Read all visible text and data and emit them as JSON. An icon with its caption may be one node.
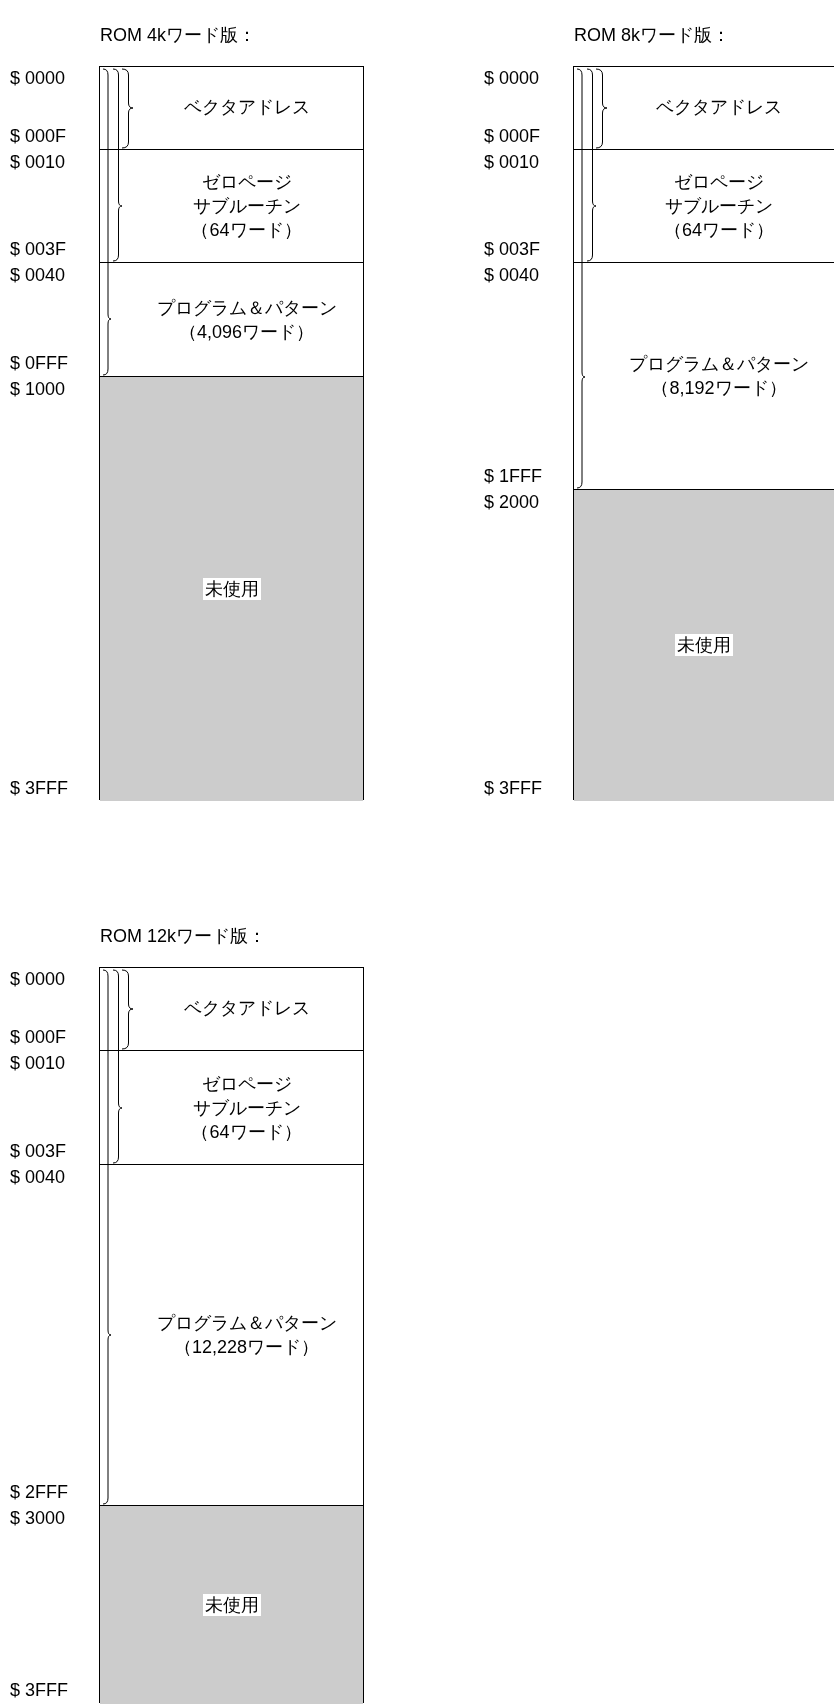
{
  "diagram": {
    "nodes": [
      {
        "text": [
          "ROM 4kワード版："
        ]
      },
      {
        "text": [
          "ベクタアドレス"
        ],
        "in": 0
      },
      {
        "text": [
          "ゼロページ",
          "サブルーチン",
          "（64ワード）"
        ],
        "in": 0
      },
      {
        "text": [
          "プログラム＆パターン",
          "（4,096ワード）"
        ],
        "in": 0
      },
      {
        "text": [
          "未使用"
        ],
        "in": 0
      },
      {
        "text": [
          "ROM 8kワード版："
        ]
      },
      {
        "text": [
          "ベクタアドレス"
        ],
        "in": 5
      },
      {
        "text": [
          "ゼロページ",
          "サブルーチン",
          "（64ワード）"
        ],
        "in": 5
      },
      {
        "text": [
          "プログラム＆パターン",
          "（8,192ワード）"
        ],
        "in": 5
      },
      {
        "text": [
          "未使用"
        ],
        "in": 5
      },
      {
        "text": [
          "ROM 12kワード版："
        ]
      },
      {
        "text": [
          "ベクタアドレス"
        ],
        "in": 10
      },
      {
        "text": [
          "ゼロページ",
          "サブルーチン",
          "（64ワード）"
        ],
        "in": 10
      },
      {
        "text": [
          "プログラム＆パターン",
          "（12,228ワード）"
        ],
        "in": 10
      },
      {
        "text": [
          "未使用"
        ],
        "in": 10
      }
    ],
    "labels": [
      "$ 0000",
      "$ 000F",
      "$ 0010",
      "$ 003F",
      "$ 0040",
      "$ 0FFF",
      "$ 1000",
      "$ 3FFF",
      "$ 0000",
      "$ 000F",
      "$ 0010",
      "$ 003F",
      "$ 0040",
      "$ 1FFF",
      "$ 2000",
      "$ 3FFF",
      "$ 0000",
      "$ 000F",
      "$ 0010",
      "$ 003F",
      "$ 0040",
      "$ 2FFF",
      "$ 3000",
      "$ 3FFF"
    ]
  }
}
